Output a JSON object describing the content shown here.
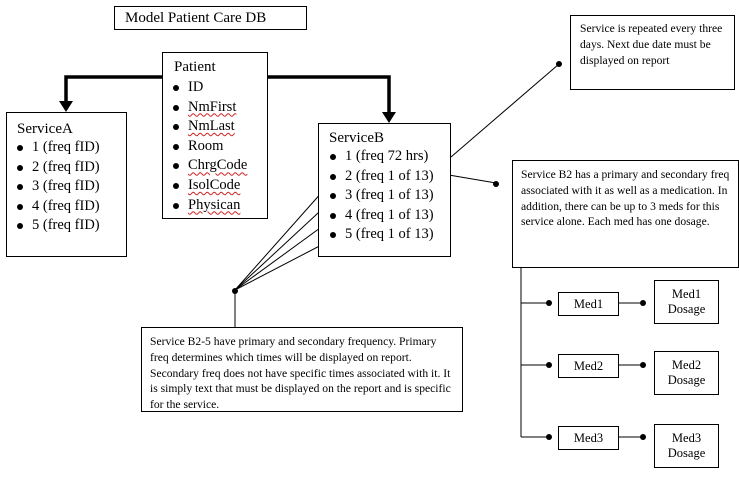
{
  "diagram_title": "Model Patient Care DB",
  "patient": {
    "title": "Patient",
    "fields": [
      "ID",
      "NmFirst",
      "NmLast",
      "Room",
      "ChrgCode",
      "IsolCode",
      "Physican"
    ]
  },
  "service_a": {
    "title": "ServiceA",
    "items": [
      "1 (freq fID)",
      "2 (freq fID)",
      "3 (freq fID)",
      "4 (freq fID)",
      "5 (freq fID)"
    ]
  },
  "service_b": {
    "title": "ServiceB",
    "items": [
      "1 (freq 72 hrs)",
      "2 (freq 1 of 13)",
      "3 (freq 1 of 13)",
      "4 (freq 1 of 13)",
      "5 (freq 1 of 13)"
    ]
  },
  "notes": {
    "repeat": "Service is repeated every three days.  Next due date must be displayed on report",
    "b2": "Service B2 has a primary and secondary freq associated with it as well as a medication.  In addition, there can be up to 3 meds for this service alone.  Each med has one dosage.",
    "b25": "Service B2-5 have primary and secondary frequency. Primary freq determines which times will be displayed on report.   Secondary freq does not have specific times associated with it.  It is simply text that must be displayed on the report and is specific for the service."
  },
  "meds": [
    {
      "name": "Med1",
      "dosage": "Med1 Dosage"
    },
    {
      "name": "Med2",
      "dosage": "Med2 Dosage"
    },
    {
      "name": "Med3",
      "dosage": "Med3 Dosage"
    }
  ]
}
